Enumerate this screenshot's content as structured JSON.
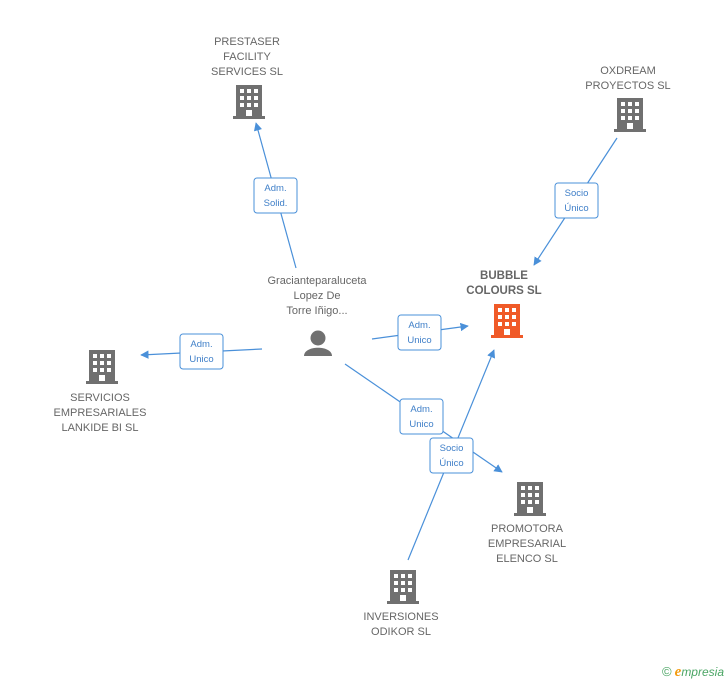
{
  "company": {
    "main": {
      "lines": [
        "BUBBLE",
        "COLOURS SL"
      ],
      "color": "#f05a28"
    },
    "prestaser": {
      "lines": [
        "PRESTASER",
        "FACILITY",
        "SERVICES  SL"
      ]
    },
    "oxdream": {
      "lines": [
        "OXDREAM",
        "PROYECTOS  SL"
      ]
    },
    "servicios": {
      "lines": [
        "SERVICIOS",
        "EMPRESARIALES",
        "LANKIDE BI SL"
      ]
    },
    "promotora": {
      "lines": [
        "PROMOTORA",
        "EMPRESARIAL",
        "ELENCO SL"
      ]
    },
    "inversiones": {
      "lines": [
        "INVERSIONES",
        "ODIKOR SL"
      ]
    },
    "building_color": "#707070"
  },
  "person": {
    "lines": [
      "Gracianteparaluceta",
      "Lopez De",
      "Torre Iñigo..."
    ],
    "color": "#707070"
  },
  "badges": {
    "adm_solid": [
      "Adm.",
      "Solid."
    ],
    "socio_unico_top": [
      "Socio",
      "Único"
    ],
    "adm_unico_left": [
      "Adm.",
      "Unico"
    ],
    "adm_unico_main": [
      "Adm.",
      "Unico"
    ],
    "adm_unico_promotora": [
      "Adm.",
      "Unico"
    ],
    "socio_unico_bottom": [
      "Socio",
      "Único"
    ]
  },
  "edge_color": "#4a90d9",
  "footer": {
    "copyright": "©",
    "brand_initial": "e",
    "brand_rest": "mpresia"
  }
}
